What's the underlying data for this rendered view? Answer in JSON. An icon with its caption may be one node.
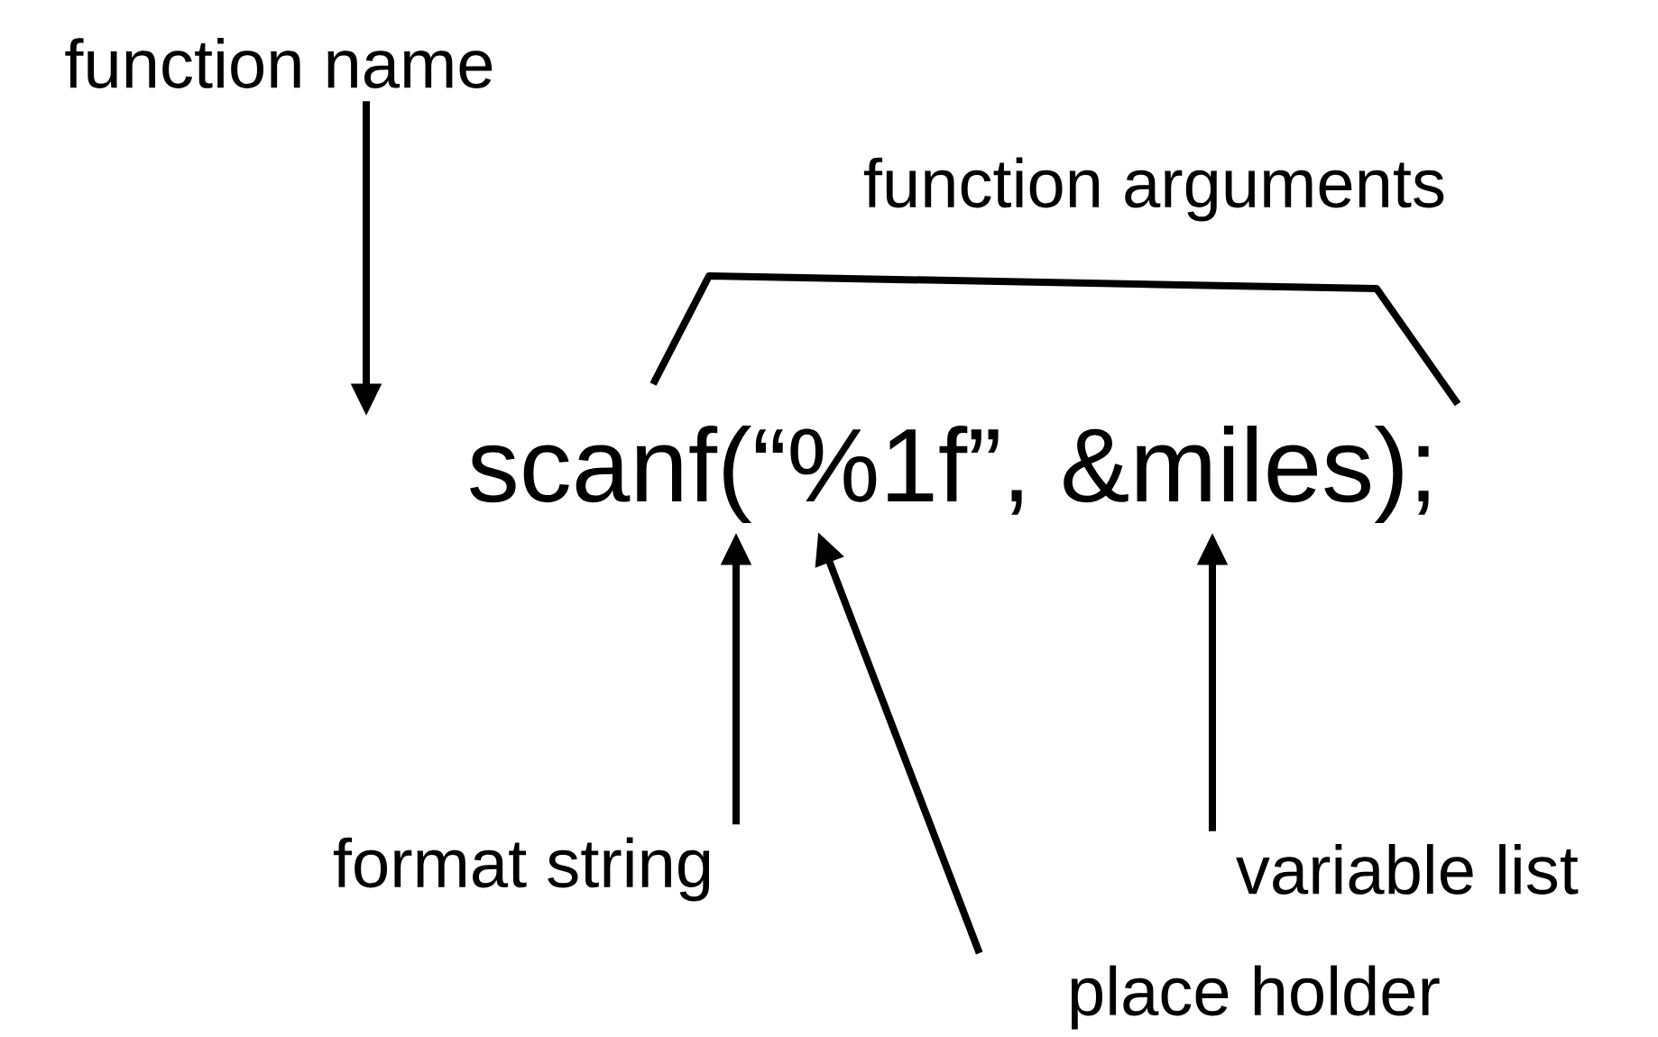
{
  "diagram": {
    "nodes": [
      {
        "text": [
          "function name"
        ]
      },
      {
        "text": [
          "scanf(“%1f”, &miles);"
        ]
      },
      {
        "text": [
          "format string"
        ]
      },
      {
        "text": [
          "place holder"
        ]
      },
      {
        "text": [
          "variable list"
        ]
      }
    ],
    "edges": [
      {
        "from": 0,
        "to": 1,
        "arrow": "to"
      },
      {
        "from": 2,
        "to": 1,
        "arrow": "to"
      },
      {
        "from": 3,
        "to": 1,
        "arrow": "to"
      },
      {
        "from": 4,
        "to": 1,
        "arrow": "to"
      }
    ],
    "labels": [
      "function arguments"
    ]
  }
}
